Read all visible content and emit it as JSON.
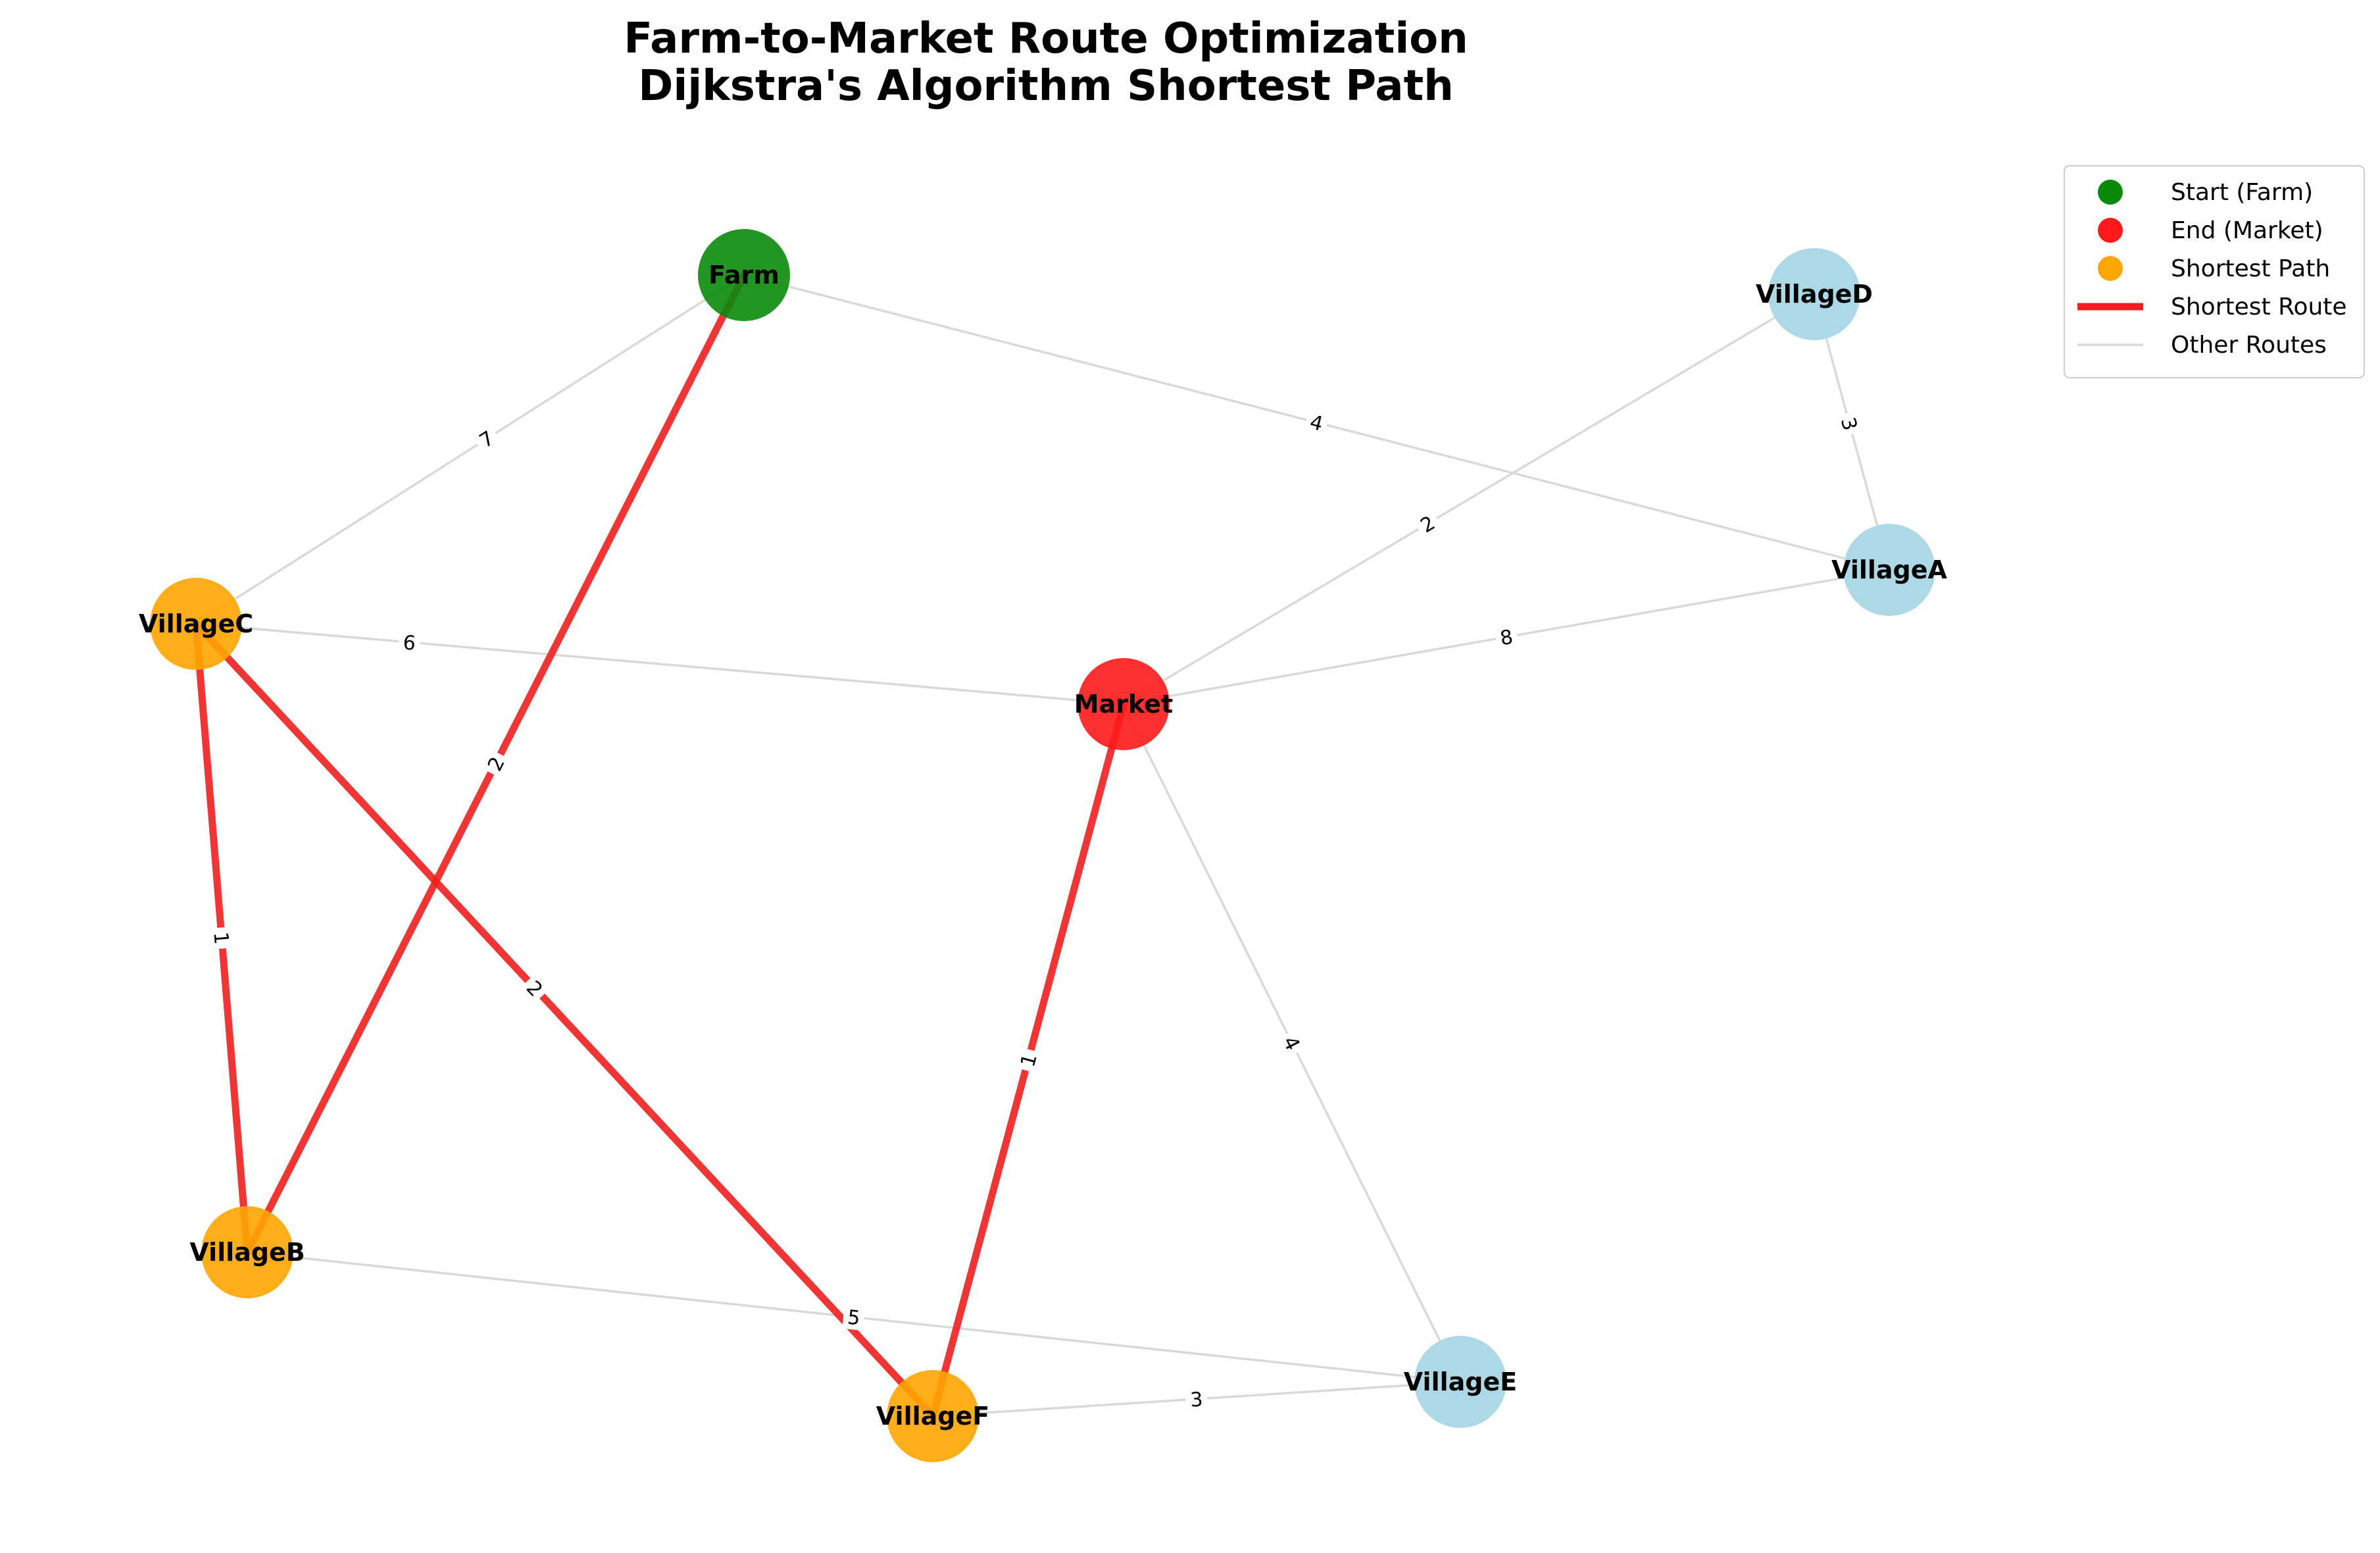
{
  "title": {
    "line1": "Farm-to-Market Route Optimization",
    "line2": "Dijkstra's Algorithm Shortest Path"
  },
  "colors": {
    "start": "#0a8a0a",
    "end": "#ff1a1a",
    "path": "#ffa500",
    "other": "#add8e6",
    "shortest_route": "#ef1f1f",
    "other_route": "#d9d9d9"
  },
  "nodes": [
    {
      "id": "Farm",
      "label": "Farm",
      "role": "start"
    },
    {
      "id": "VillageD",
      "label": "VillageD",
      "role": "other"
    },
    {
      "id": "VillageA",
      "label": "VillageA",
      "role": "other"
    },
    {
      "id": "VillageC",
      "label": "VillageC",
      "role": "path"
    },
    {
      "id": "Market",
      "label": "Market",
      "role": "end"
    },
    {
      "id": "VillageB",
      "label": "VillageB",
      "role": "path"
    },
    {
      "id": "VillageF",
      "label": "VillageF",
      "role": "path"
    },
    {
      "id": "VillageE",
      "label": "VillageE",
      "role": "other"
    }
  ],
  "edges": [
    {
      "source": "Farm",
      "target": "VillageC",
      "weight": "7",
      "shortest": false
    },
    {
      "source": "Farm",
      "target": "VillageA",
      "weight": "4",
      "shortest": false
    },
    {
      "source": "VillageD",
      "target": "VillageA",
      "weight": "3",
      "shortest": false
    },
    {
      "source": "Market",
      "target": "VillageD",
      "weight": "2",
      "shortest": false
    },
    {
      "source": "Market",
      "target": "VillageA",
      "weight": "8",
      "shortest": false
    },
    {
      "source": "VillageC",
      "target": "Market",
      "weight": "6",
      "shortest": false
    },
    {
      "source": "Market",
      "target": "VillageE",
      "weight": "4",
      "shortest": false
    },
    {
      "source": "VillageB",
      "target": "VillageE",
      "weight": "5",
      "shortest": false
    },
    {
      "source": "VillageF",
      "target": "VillageE",
      "weight": "3",
      "shortest": false
    },
    {
      "source": "Farm",
      "target": "VillageB",
      "weight": "2",
      "shortest": true
    },
    {
      "source": "VillageC",
      "target": "VillageB",
      "weight": "1",
      "shortest": true
    },
    {
      "source": "VillageC",
      "target": "VillageF",
      "weight": "2",
      "shortest": true
    },
    {
      "source": "Market",
      "target": "VillageF",
      "weight": "1",
      "shortest": true
    }
  ],
  "legend": {
    "items": [
      {
        "label": "Start (Farm)",
        "kind": "marker",
        "color_key": "start"
      },
      {
        "label": "End (Market)",
        "kind": "marker",
        "color_key": "end"
      },
      {
        "label": "Shortest Path",
        "kind": "marker",
        "color_key": "path"
      },
      {
        "label": "Shortest Route",
        "kind": "thick-line",
        "color_key": "shortest_route"
      },
      {
        "label": "Other Routes",
        "kind": "thin-line",
        "color_key": "other_route"
      }
    ]
  }
}
